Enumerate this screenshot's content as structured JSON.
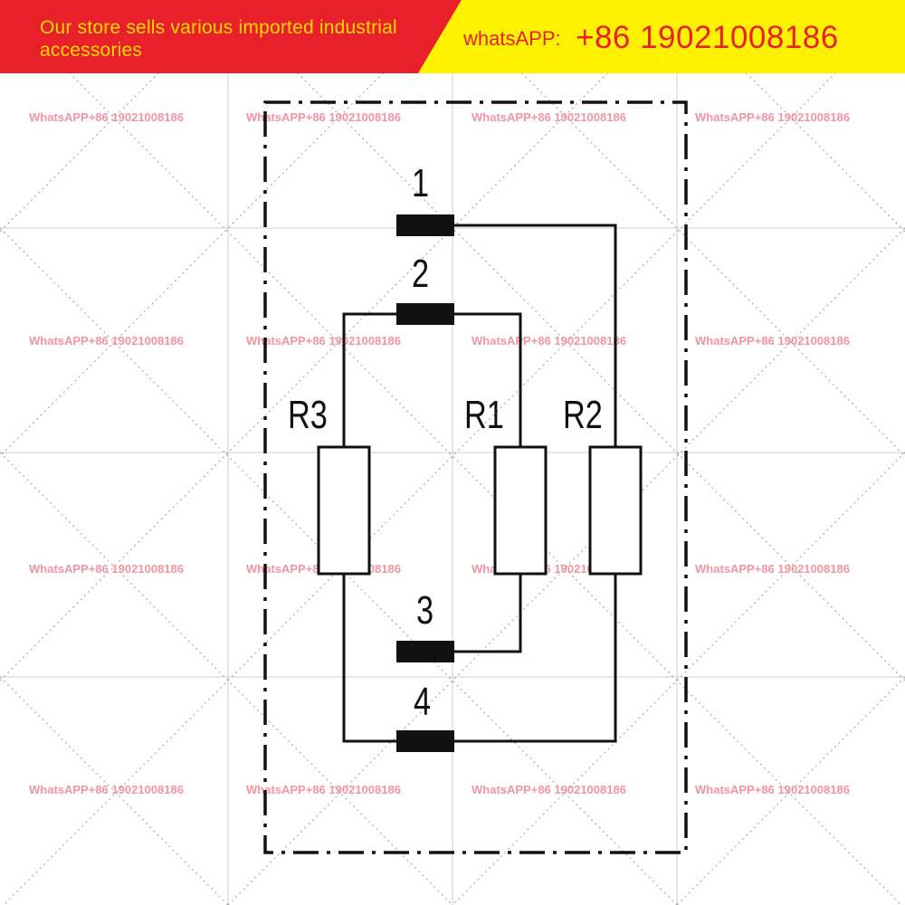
{
  "banner": {
    "text": "Our store sells various imported industrial accessories",
    "whatsapp_label": "whatsAPP:",
    "whatsapp_number": "+86 19021008186",
    "colors": {
      "red": "#e8202a",
      "yellow": "#fff200",
      "text_yellow": "#ffd900"
    }
  },
  "watermark": {
    "text": "WhatsAPP+86 19021008186",
    "color": "#f08a98"
  },
  "diagram": {
    "terminals": [
      {
        "label": "1"
      },
      {
        "label": "2"
      },
      {
        "label": "3"
      },
      {
        "label": "4"
      }
    ],
    "resistors": [
      {
        "label": "R3"
      },
      {
        "label": "R1"
      },
      {
        "label": "R2"
      }
    ],
    "line_color": "#111111"
  }
}
